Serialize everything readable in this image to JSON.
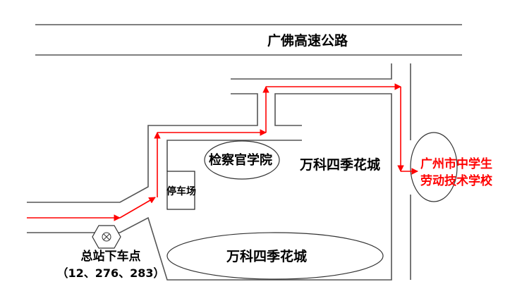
{
  "highway": {
    "label": "广佛高速公路"
  },
  "landmarks": {
    "procurator_college": "检察官学院",
    "parking": "停车场",
    "vanke_label_upper": "万科四季花城",
    "vanke_label_lower": "万科四季花城",
    "bus_stop": "总站下车点",
    "bus_routes": "（12、276、283）"
  },
  "destination": {
    "line1": "广州市中学生",
    "line2": "劳动技术学校",
    "color": "#ff0000"
  },
  "route_color": "#ff0000"
}
